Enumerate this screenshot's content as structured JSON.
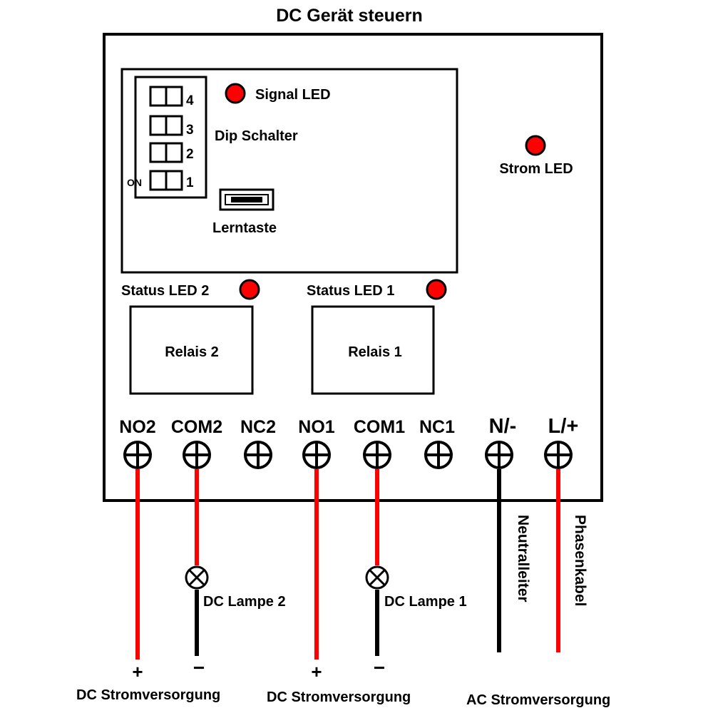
{
  "title": "DC Gerät steuern",
  "colors": {
    "led": "#ff0000",
    "wire_red": "#ff0000",
    "wire_black": "#000000",
    "outline": "#000000",
    "background": "#ffffff"
  },
  "controller": {
    "dip": {
      "numbers": [
        "4",
        "3",
        "2",
        "1"
      ],
      "on_label": "ON",
      "label": "Dip Schalter"
    },
    "signal_led_label": "Signal LED",
    "learn_button_label": "Lerntaste"
  },
  "strom_led_label": "Strom LED",
  "relays": [
    {
      "status_label": "Status LED 2",
      "label": "Relais 2"
    },
    {
      "status_label": "Status LED 1",
      "label": "Relais 1"
    }
  ],
  "terminals": [
    "NO2",
    "COM2",
    "NC2",
    "NO1",
    "COM1",
    "NC1",
    "N/-",
    "L/+"
  ],
  "lamps": [
    "DC Lampe 2",
    "DC Lampe 1"
  ],
  "wire_labels": {
    "neutral": "Neutralleiter",
    "phase": "Phasenkabel"
  },
  "polarity": {
    "plus": "+",
    "minus": "−"
  },
  "supplies": [
    "DC Stromversorgung",
    "DC Stromversorgung",
    "AC Stromversorgung"
  ]
}
